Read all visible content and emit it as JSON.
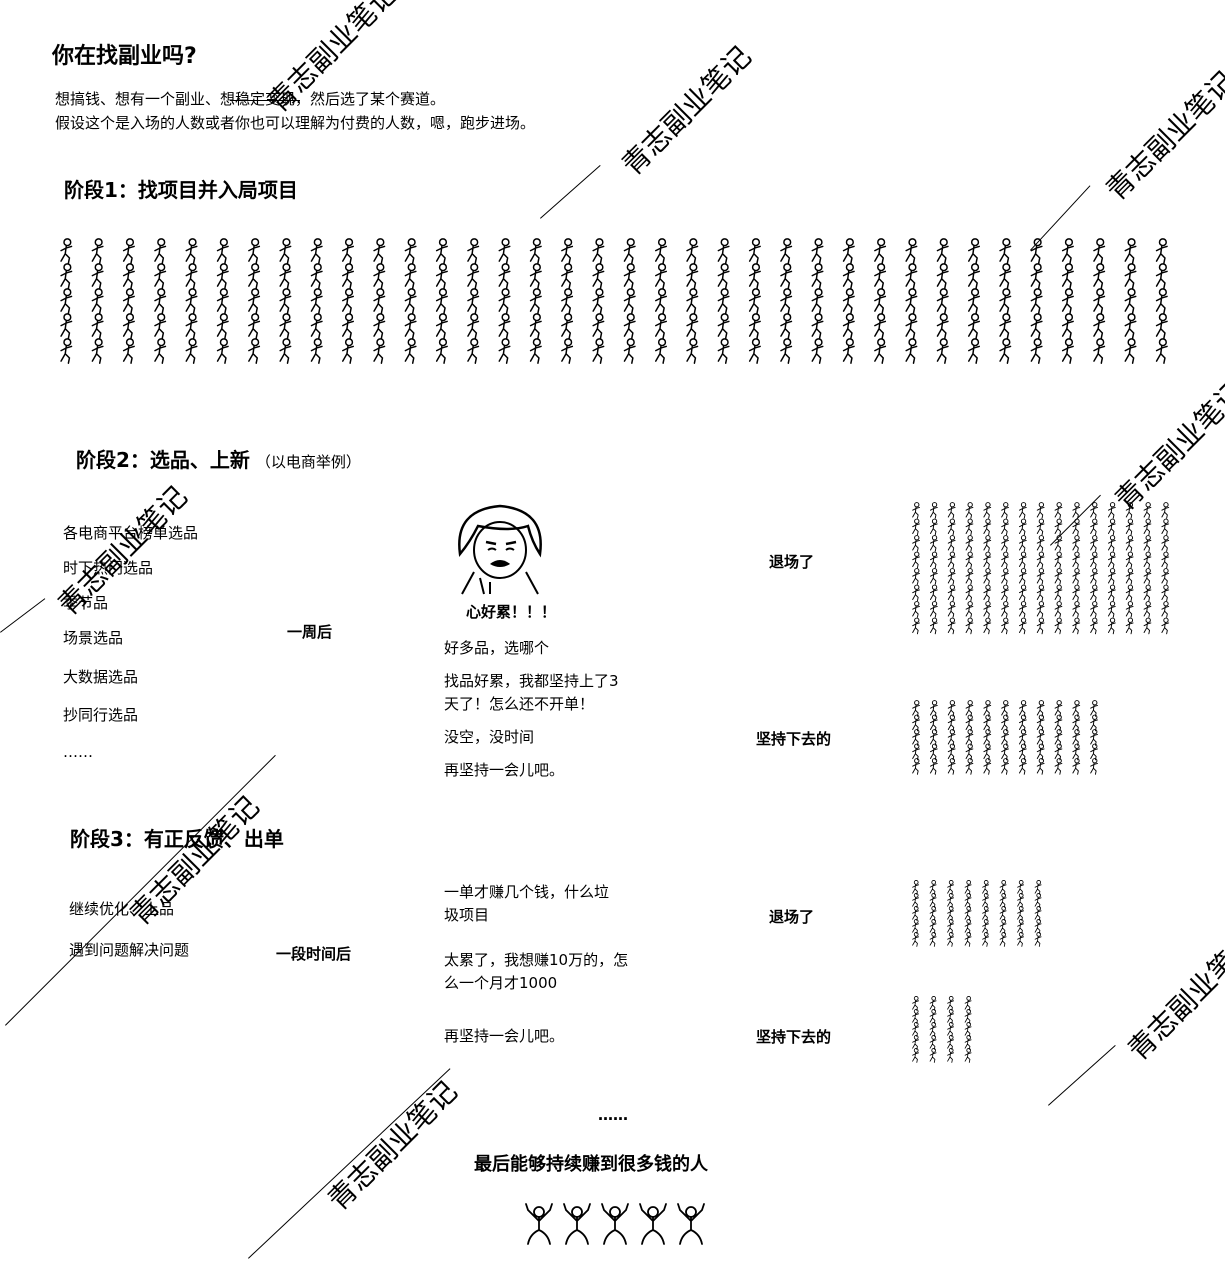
{
  "header": {
    "title": "你在找副业吗?",
    "intro_line1": "想搞钱、想有一个副业、想稳定变现，然后选了某个赛道。",
    "intro_line2": "假设这个是入场的人数或者你也可以理解为付费的人数，嗯，跑步进场。"
  },
  "stage1": {
    "heading": "阶段1：找项目并入局项目",
    "crowd": {
      "columns": 36,
      "rows": 5
    }
  },
  "stage2": {
    "heading": "阶段2：选品、上新",
    "note": "（以电商举例）",
    "methods": [
      "各电商平台榜单选品",
      "时下热门选品",
      "季节品",
      "场景选品",
      "大数据选品",
      "抄同行选品",
      "……"
    ],
    "period": "一周后",
    "meme_caption": "心好累！！！",
    "thoughts": [
      "好多品，选哪个",
      "找品好累，我都坚持上了3",
      "天了！怎么还不开单！",
      "没空，没时间",
      "再坚持一会儿吧。"
    ],
    "quit_label": "退场了",
    "quit_crowd": {
      "columns": 15,
      "rows": 8
    },
    "stay_label": "坚持下去的",
    "stay_crowd": {
      "columns": 11,
      "rows": 5
    }
  },
  "stage3": {
    "heading": "阶段3：有正反馈、出单",
    "methods": [
      "继续优化、上品",
      "遇到问题解决问题"
    ],
    "period": "一段时间后",
    "thoughts": [
      "一单才赚几个钱，什么垃",
      "圾项目",
      "太累了，我想赚10万的，怎",
      "么一个月才1000",
      "再坚持一会儿吧。"
    ],
    "quit_label": "退场了",
    "quit_crowd": {
      "columns": 8,
      "rows": 5
    },
    "stay_label": "坚持下去的",
    "stay_crowd": {
      "columns": 4,
      "rows": 5
    }
  },
  "ending": {
    "ellipsis": "……",
    "conclusion": "最后能够持续赚到很多钱的人",
    "winners": 5
  },
  "watermark": {
    "text": "青志副业笔记"
  }
}
